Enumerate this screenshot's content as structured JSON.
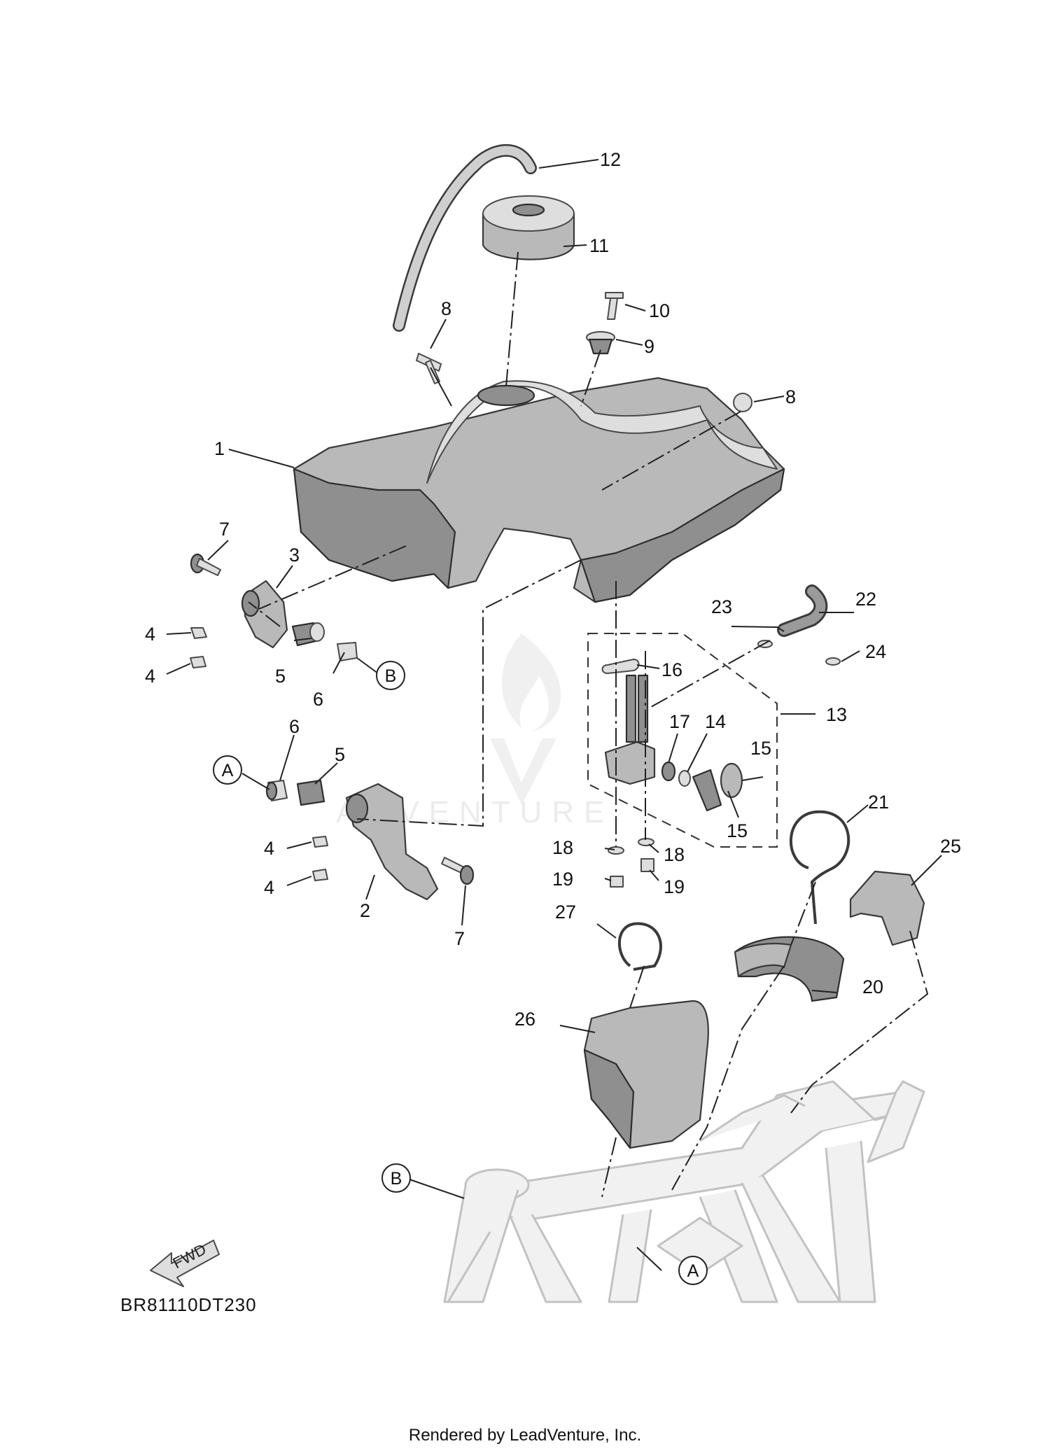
{
  "callouts": {
    "c1": "1",
    "c2": "2",
    "c3": "3",
    "c4a": "4",
    "c4b": "4",
    "c4c": "4",
    "c4d": "4",
    "c5a": "5",
    "c5b": "5",
    "c6a": "6",
    "c6b": "6",
    "c7a": "7",
    "c7b": "7",
    "c8a": "8",
    "c8b": "8",
    "c9": "9",
    "c10": "10",
    "c11": "11",
    "c12": "12",
    "c13": "13",
    "c14": "14",
    "c15a": "15",
    "c15b": "15",
    "c16": "16",
    "c17": "17",
    "c18a": "18",
    "c18b": "18",
    "c19a": "19",
    "c19b": "19",
    "c20": "20",
    "c21": "21",
    "c22": "22",
    "c23": "23",
    "c24": "24",
    "c25": "25",
    "c26": "26",
    "c27": "27"
  },
  "refs": {
    "a": "A",
    "b": "B"
  },
  "fwd_label": "FWD",
  "diagram_code": "BR81110DT230",
  "watermark": "ADVENTURE",
  "footer": "Rendered by LeadVenture, Inc."
}
